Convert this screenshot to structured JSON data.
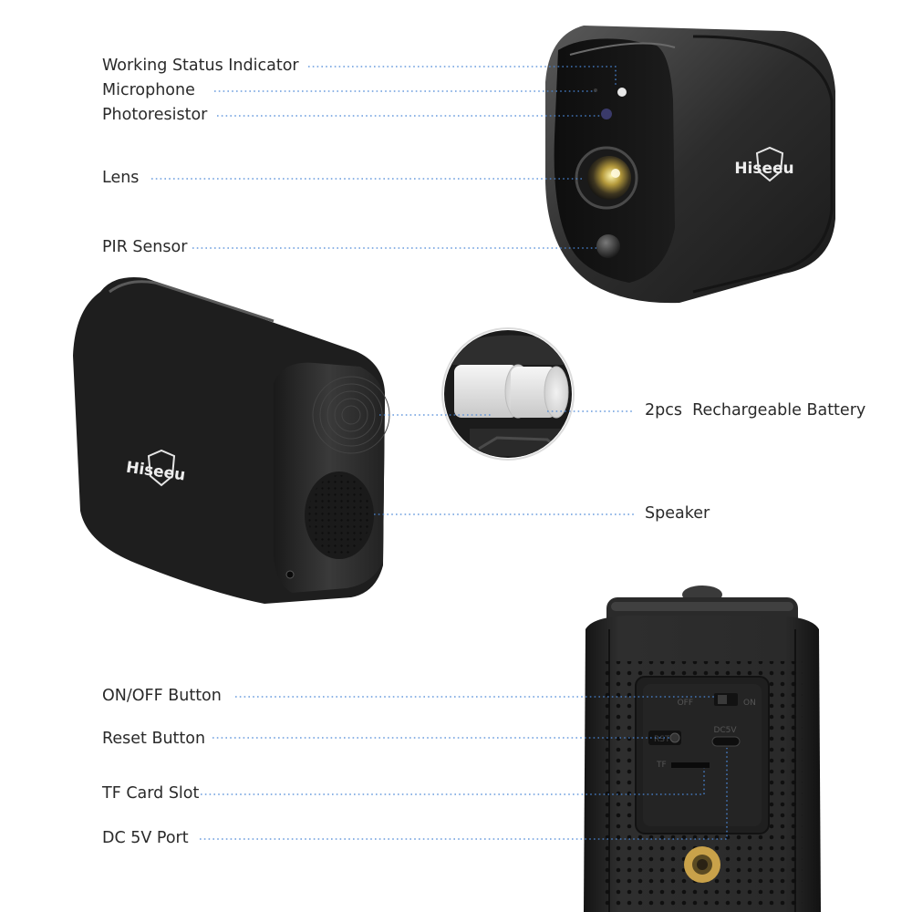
{
  "brand": {
    "logo_text": "Hiseeu"
  },
  "labels": {
    "working_status": "Working Status Indicator",
    "microphone": "Microphone",
    "photoresistor": "Photoresistor",
    "lens": "Lens",
    "pir": "PIR Sensor",
    "battery": "2pcs  Rechargeable Battery",
    "speaker": "Speaker",
    "onoff": "ON/OFF Button",
    "reset": "Reset Button",
    "tf": "TF Card Slot",
    "dc": "DC 5V Port"
  },
  "panel_marks": {
    "off": "OFF",
    "on": "ON",
    "rst": "RST",
    "dc5v": "DC5V",
    "tf": "TF"
  },
  "colors": {
    "leader": "#4a87d8",
    "camera_body": "#1e1e1e",
    "label_text": "#2a2a2a",
    "brass": "#c9a24a"
  }
}
